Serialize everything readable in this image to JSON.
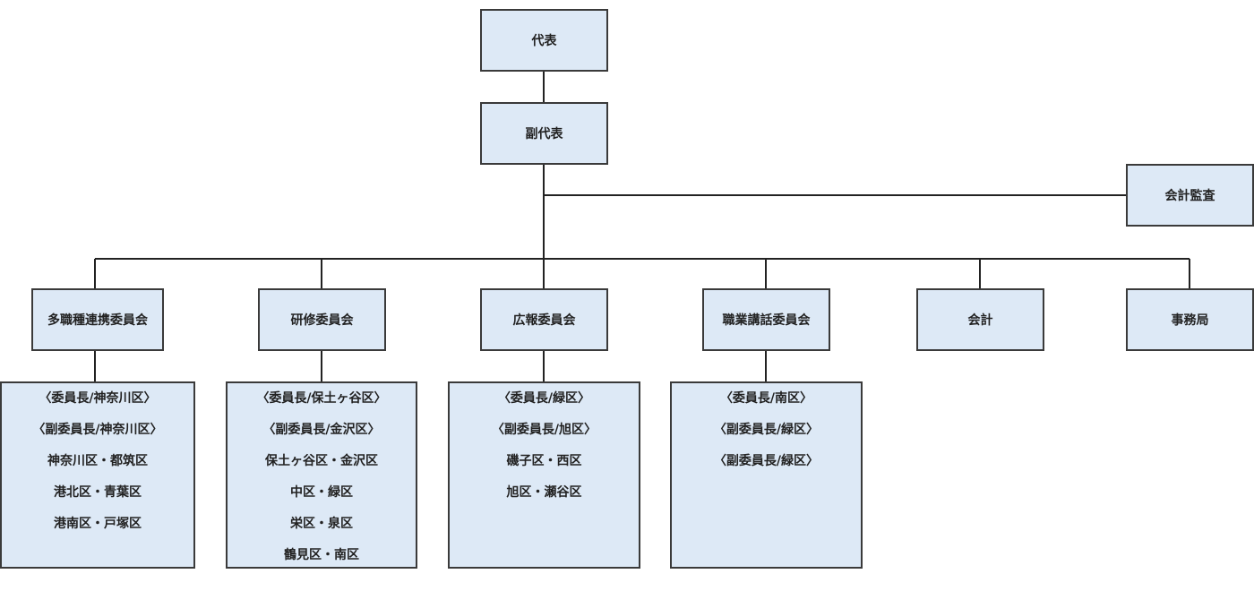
{
  "nodes": {
    "representative": "代表",
    "vice_representative": "副代表",
    "audit": "会計監査",
    "committees": [
      {
        "name": "多職種連携委員会",
        "members": [
          "〈委員長/神奈川区〉",
          "〈副委員長/神奈川区〉",
          "神奈川区・都筑区",
          "港北区・青葉区",
          "港南区・戸塚区"
        ]
      },
      {
        "name": "研修委員会",
        "members": [
          "〈委員長/保土ヶ谷区〉",
          "〈副委員長/金沢区〉",
          "保土ヶ谷区・金沢区",
          "中区・緑区",
          "栄区・泉区",
          "鶴見区・南区"
        ]
      },
      {
        "name": "広報委員会",
        "members": [
          "〈委員長/緑区〉",
          "〈副委員長/旭区〉",
          "磯子区・西区",
          "旭区・瀬谷区"
        ]
      },
      {
        "name": "職業講話委員会",
        "members": [
          "〈委員長/南区〉",
          "〈副委員長/緑区〉",
          "〈副委員長/緑区〉"
        ]
      }
    ],
    "accounting": "会計",
    "secretariat": "事務局"
  }
}
